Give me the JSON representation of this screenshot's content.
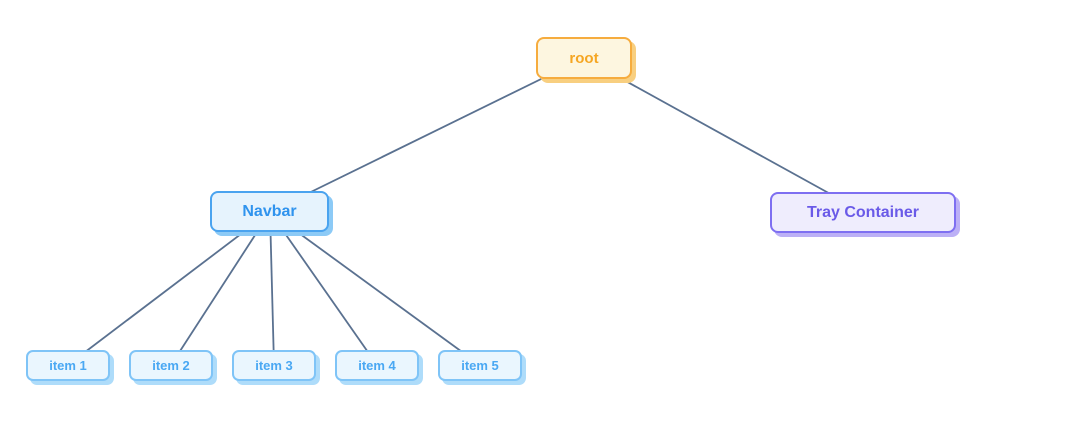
{
  "diagram": {
    "type": "tree",
    "background": "#ffffff",
    "edge_color": "#5a7190",
    "nodes": {
      "root": {
        "label": "root",
        "text_color": "#f5a623",
        "fill": "#fdf6e0",
        "border": "#f6ac3e",
        "shadow": "#f8cf80"
      },
      "navbar": {
        "label": "Navbar",
        "text_color": "#2f93ee",
        "fill": "#e6f3fd",
        "border": "#4aa3ef",
        "shadow": "#8ccaf6"
      },
      "tray": {
        "label": "Tray Container",
        "text_color": "#6a5ae8",
        "fill": "#efedfd",
        "border": "#7e6ff1",
        "shadow": "#bcb0f6"
      },
      "item_style": {
        "text_color": "#4aa8f3",
        "fill": "#eaf6fe",
        "border": "#7fc4f7",
        "shadow": "#aedcfa"
      },
      "items": [
        {
          "label": "item 1"
        },
        {
          "label": "item 2"
        },
        {
          "label": "item 3"
        },
        {
          "label": "item 4"
        },
        {
          "label": "item 5"
        }
      ]
    },
    "edges": [
      {
        "from": "root",
        "to": "Navbar"
      },
      {
        "from": "root",
        "to": "Tray Container"
      },
      {
        "from": "Navbar",
        "to": "item 1"
      },
      {
        "from": "Navbar",
        "to": "item 2"
      },
      {
        "from": "Navbar",
        "to": "item 3"
      },
      {
        "from": "Navbar",
        "to": "item 4"
      },
      {
        "from": "Navbar",
        "to": "item 5"
      }
    ]
  }
}
